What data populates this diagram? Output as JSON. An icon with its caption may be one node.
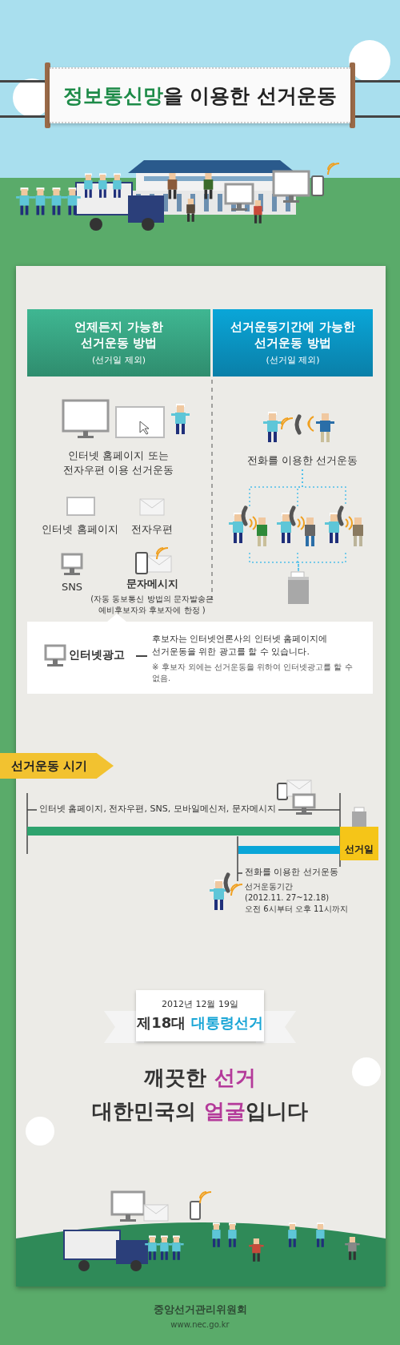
{
  "diagram": {
    "title": "**정보통신망**을 이용한 선거운동",
    "nodes": [
      {
        "text": [
          "언제든지 가능한 선거운동 방법",
          "(선거일 제외)"
        ]
      },
      {
        "text": [
          "선거운동기간에 가능한 선거운동 방법",
          "(선거일 제외)"
        ]
      },
      {
        "text": [
          "전화를 이용한 선거운동"
        ]
      },
      {
        "text": [],
        "shape": "picture"
      },
      {
        "text": [],
        "shape": "picture"
      },
      {
        "text": [],
        "shape": "picture"
      },
      {
        "text": [],
        "shape": "picture"
      },
      {
        "text": [
          "인터넷광고"
        ]
      },
      {
        "text": [
          "후보자는 인터넷언론사의 인터넷 홈페이지에 선거운동을 위한 광고를 할 수 있습니다.",
          "※ 후보자 외에는 선거운동을 위하여 인터넷광고를 할 수 없음."
        ]
      }
    ],
    "edges": [
      {
        "from": 2,
        "to": 3,
        "arrow": "none",
        "style": "dashed"
      },
      {
        "from": 2,
        "to": 4,
        "arrow": "none",
        "style": "dashed"
      },
      {
        "from": 2,
        "to": 5,
        "arrow": "none",
        "style": "dashed"
      },
      {
        "from": 3,
        "to": 6,
        "arrow": "none",
        "style": "dashed"
      },
      {
        "from": 4,
        "to": 6,
        "arrow": "none",
        "style": "dashed"
      },
      {
        "from": 5,
        "to": 6,
        "arrow": "none",
        "style": "dashed"
      },
      {
        "from": 7,
        "to": 8,
        "arrow": "none",
        "color": "#444444"
      }
    ],
    "labels": [
      "인터넷 홈페이지 또는 전자우편 이용 선거운동",
      "인터넷 홈페이지",
      "전자우편",
      "SNS",
      "문자메시지",
      "(자동 동보통신 방법의 문자발송은 예비후보자와 후보자에 한정 )",
      "선거운동 시기",
      "인터넷 홈페이지, 전자우편, SNS, 모바일메신저, 문자메시지",
      "선거일",
      "전화를 이용한 선거운동",
      "선거운동기간",
      "(2012.11. 27~12.18)",
      "오전 6시부터 오후 11시까지",
      "2012년 12월 19일",
      "제18대 **대통령선거**",
      "깨끗한 **선거**",
      "대한민국의 **얼굴**입니다",
      "중앙선거관리위원회",
      "www.nec.go.kr"
    ]
  }
}
